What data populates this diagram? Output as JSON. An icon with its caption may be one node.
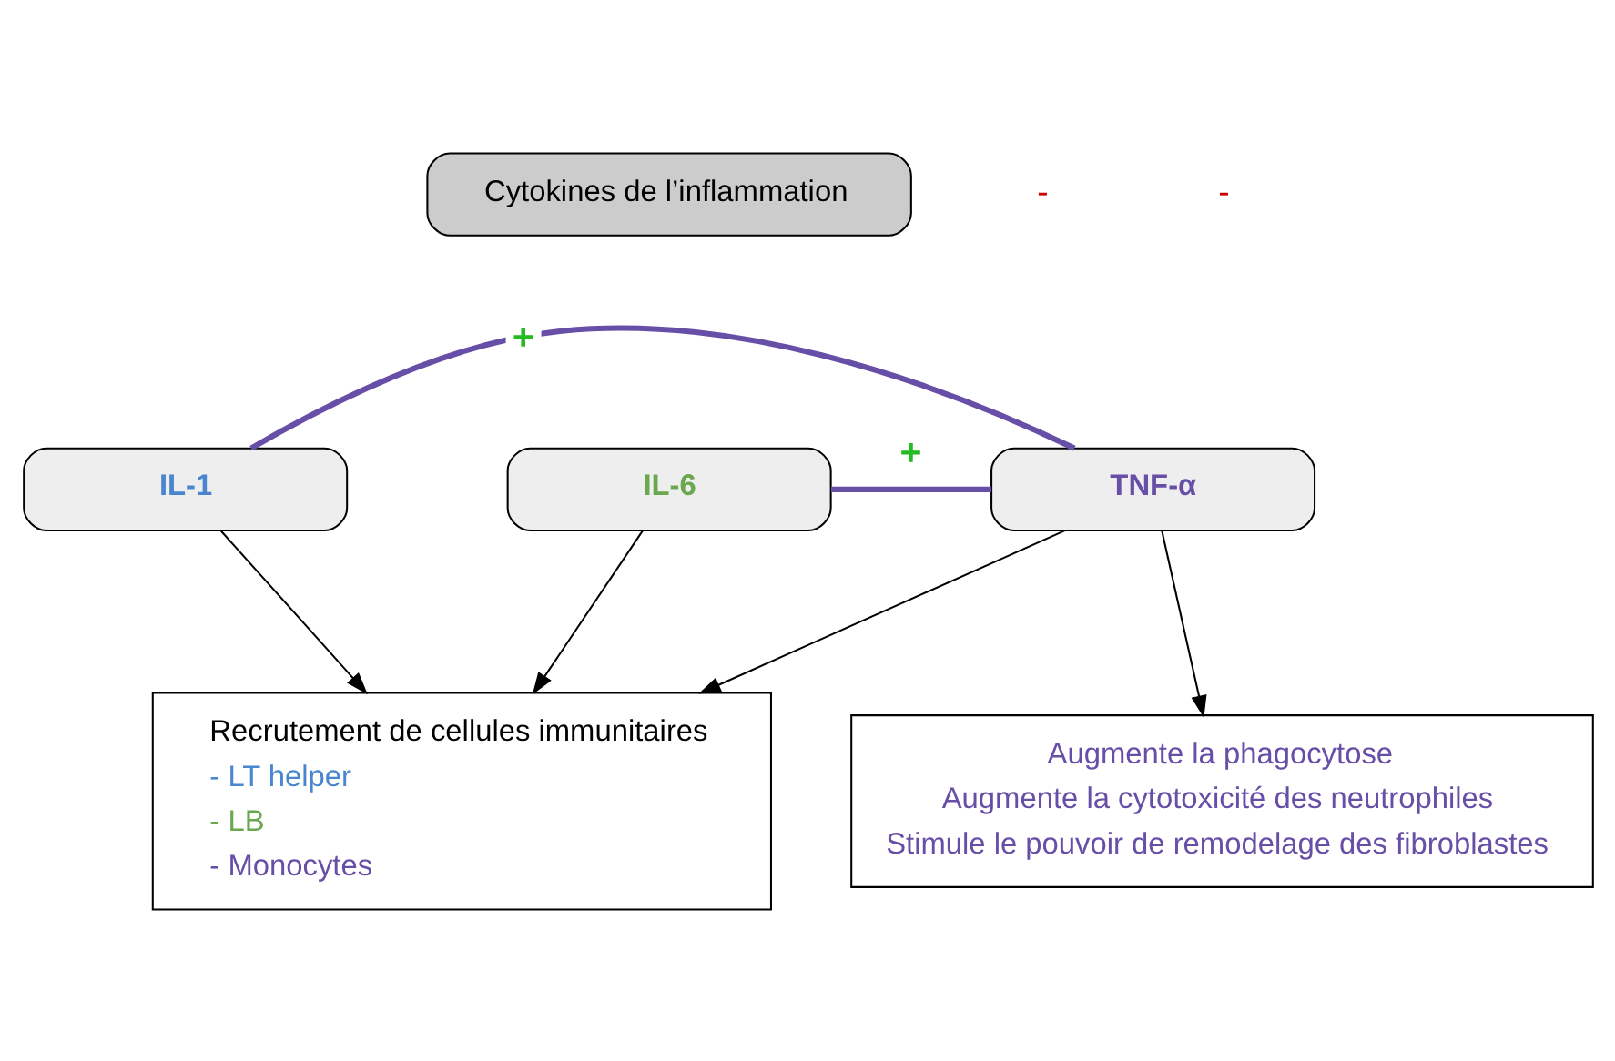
{
  "diagram": {
    "nodes": [
      {
        "text": [
          "Cytokines de l’inflammation"
        ]
      },
      {
        "text": [
          "IL-1"
        ]
      },
      {
        "text": [
          "IL-6"
        ]
      },
      {
        "text": [
          "TNF-α"
        ]
      },
      {
        "text": [
          "Recrutement de cellules immunitaires",
          "- LT helper",
          "- LB",
          "- Monocytes"
        ]
      },
      {
        "text": [
          "Augmente la phagocytose",
          "Augmente la cytotoxicité des neutrophiles",
          "Stimule le pouvoir de remodelage des fibroblastes"
        ]
      }
    ],
    "edges": [
      {
        "from": 1,
        "to": 3,
        "arrow": "none",
        "label": "+",
        "style": "thick",
        "color": "#674ea7"
      },
      {
        "from": 2,
        "to": 3,
        "arrow": "none",
        "label": "+",
        "style": "thick",
        "color": "#674ea7"
      },
      {
        "from": 1,
        "to": 4,
        "arrow": "to"
      },
      {
        "from": 2,
        "to": 4,
        "arrow": "to"
      },
      {
        "from": 3,
        "to": 4,
        "arrow": "to"
      },
      {
        "from": 3,
        "to": 5,
        "arrow": "to"
      }
    ],
    "labels": [
      "-",
      "-"
    ]
  }
}
